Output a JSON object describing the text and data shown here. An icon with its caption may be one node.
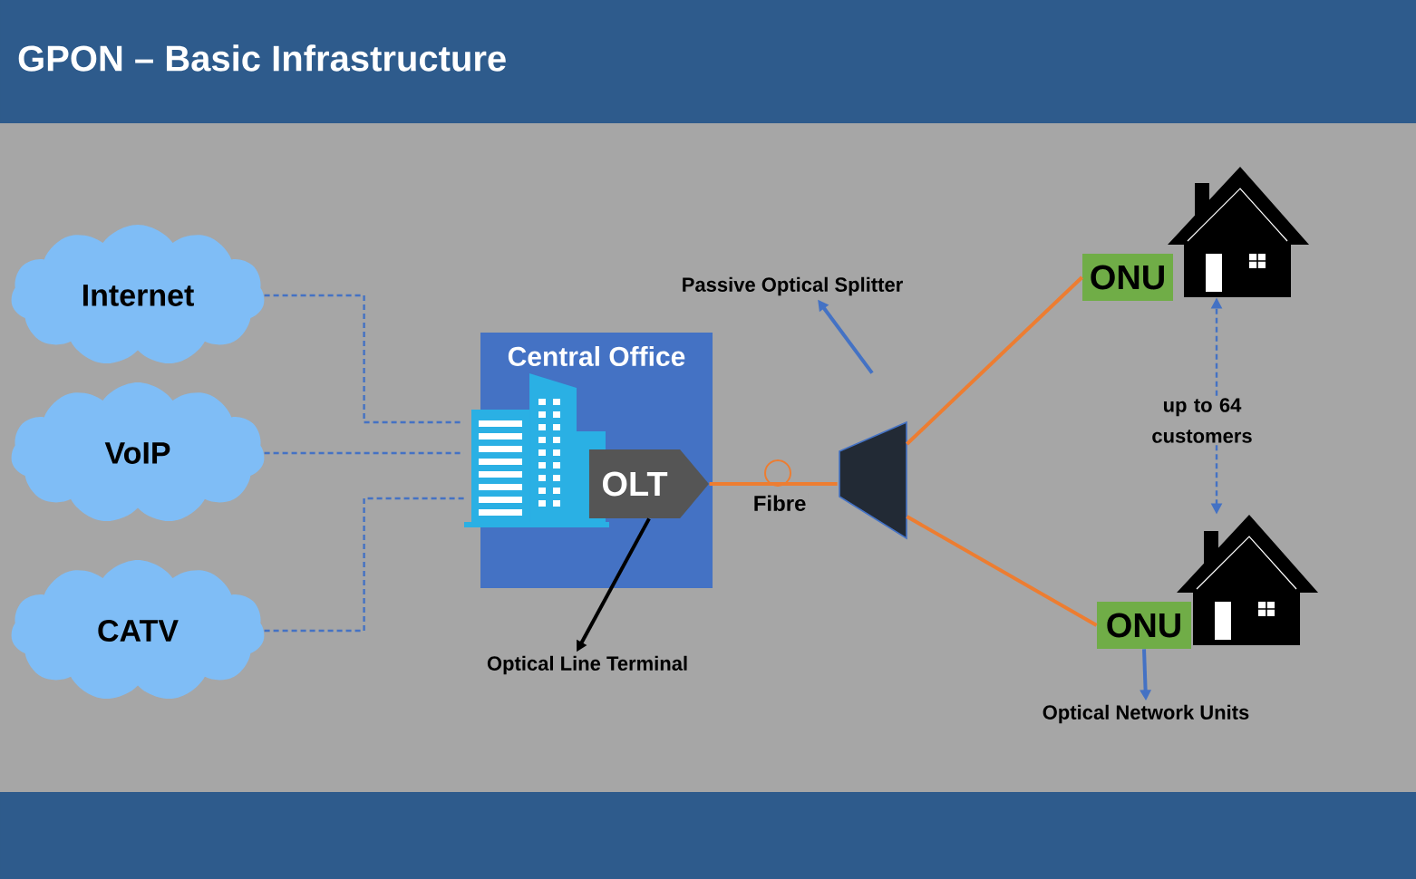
{
  "diagram": {
    "title": "GPON – Basic Infrastructure",
    "nodes": [
      {
        "text": [
          "Internet"
        ]
      },
      {
        "text": [
          "VoIP"
        ]
      },
      {
        "text": [
          "CATV"
        ]
      },
      {
        "text": [
          "Central Office"
        ]
      },
      {
        "text": [],
        "shape": "building",
        "in": 3
      },
      {
        "text": [
          "OLT"
        ],
        "in": 3
      },
      {
        "text": [
          "Optical Line Terminal"
        ]
      },
      {
        "text": [],
        "shape": "trapezoid"
      },
      {
        "text": [
          "Passive Optical Splitter"
        ]
      },
      {
        "text": [
          "ONU"
        ]
      },
      {
        "text": [],
        "shape": "house"
      },
      {
        "text": [
          "up to 64 customers"
        ]
      },
      {
        "text": [
          "ONU"
        ]
      },
      {
        "text": [],
        "shape": "house"
      },
      {
        "text": [
          "Optical Network Units"
        ]
      }
    ],
    "edges": [
      {
        "from": 0,
        "to": 4,
        "arrow": "none",
        "style": "dashed",
        "color": "#4472c4"
      },
      {
        "from": 1,
        "to": 4,
        "arrow": "none",
        "style": "dashed",
        "color": "#4472c4"
      },
      {
        "from": 2,
        "to": 4,
        "arrow": "none",
        "style": "dashed",
        "color": "#4472c4"
      },
      {
        "from": 5,
        "to": 7,
        "arrow": "none",
        "label": "Fibre",
        "color": "#ed7d31"
      },
      {
        "from": 7,
        "to": 9,
        "arrow": "none",
        "color": "#ed7d31"
      },
      {
        "from": 7,
        "to": 12,
        "arrow": "none",
        "color": "#ed7d31"
      },
      {
        "from": 5,
        "to": 6,
        "arrow": "to",
        "color": "#000000"
      },
      {
        "from": 7,
        "to": 8,
        "arrow": "to",
        "color": "#4472c4"
      },
      {
        "from": 11,
        "to": 10,
        "arrow": "to",
        "style": "dashed",
        "color": "#4472c4"
      },
      {
        "from": 11,
        "to": 13,
        "arrow": "to",
        "style": "dashed",
        "color": "#4472c4"
      },
      {
        "from": 12,
        "to": 14,
        "arrow": "to",
        "color": "#4472c4"
      }
    ]
  }
}
